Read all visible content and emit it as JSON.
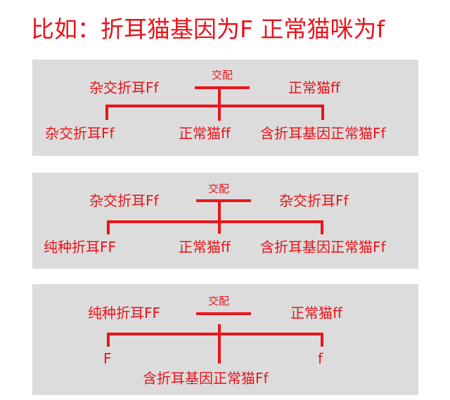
{
  "title": "比如：折耳猫基因为F  正常猫咪为f",
  "colors": {
    "red": "#e8141b",
    "panel": "#dcdcdc"
  },
  "panels": [
    {
      "mating_label": "交配",
      "parent_left": "杂交折耳Ff",
      "parent_right": "正常猫ff",
      "child_left": "杂交折耳Ff",
      "child_mid": "正常猫ff",
      "child_right": "含折耳基因正常猫Ff"
    },
    {
      "mating_label": "交配",
      "parent_left": "杂交折耳Ff",
      "parent_right": "杂交折耳Ff",
      "child_left": "纯种折耳FF",
      "child_mid": "正常猫ff",
      "child_right": "含折耳基因正常猫Ff"
    },
    {
      "mating_label": "交配",
      "parent_left": "纯种折耳FF",
      "parent_right": "正常猫ff",
      "gene_left": "F",
      "gene_right": "f",
      "child": "含折耳基因正常猫Ff"
    }
  ]
}
